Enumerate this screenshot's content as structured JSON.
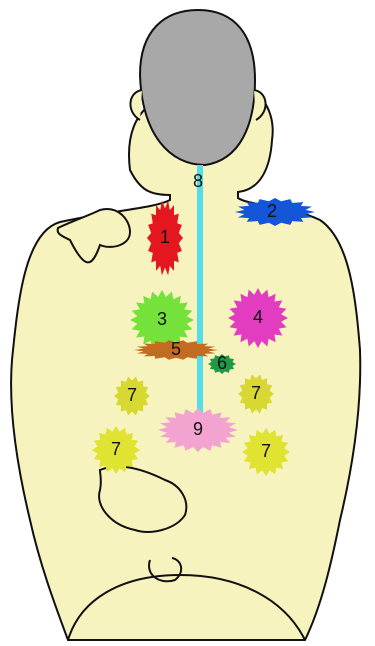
{
  "colors": {
    "background": "#ffffff",
    "skin": "#f7f3be",
    "outline": "#111111",
    "hair": "#a8a8a8",
    "spine_line": "#55dde8"
  },
  "markers": [
    {
      "id": "1",
      "label": "1",
      "color": "#e4161f",
      "shape": "vertical-starburst"
    },
    {
      "id": "2",
      "label": "2",
      "color": "#1356d8",
      "shape": "horizontal-starburst"
    },
    {
      "id": "3",
      "label": "3",
      "color": "#74e23a",
      "shape": "starburst"
    },
    {
      "id": "4",
      "label": "4",
      "color": "#e23cc0",
      "shape": "starburst"
    },
    {
      "id": "5",
      "label": "5",
      "color": "#c46b22",
      "shape": "horizontal-starburst"
    },
    {
      "id": "6",
      "label": "6",
      "color": "#1e9a45",
      "shape": "small-starburst"
    },
    {
      "id": "7a",
      "label": "7",
      "color": "#d8d832",
      "shape": "starburst"
    },
    {
      "id": "7b",
      "label": "7",
      "color": "#d8d832",
      "shape": "starburst"
    },
    {
      "id": "7c",
      "label": "7",
      "color": "#e0e332",
      "shape": "starburst"
    },
    {
      "id": "7d",
      "label": "7",
      "color": "#e0e332",
      "shape": "starburst"
    },
    {
      "id": "8",
      "label": "8",
      "color": "#55dde8",
      "shape": "line"
    },
    {
      "id": "9",
      "label": "9",
      "color": "#f2a3cf",
      "shape": "horizontal-starburst"
    }
  ]
}
